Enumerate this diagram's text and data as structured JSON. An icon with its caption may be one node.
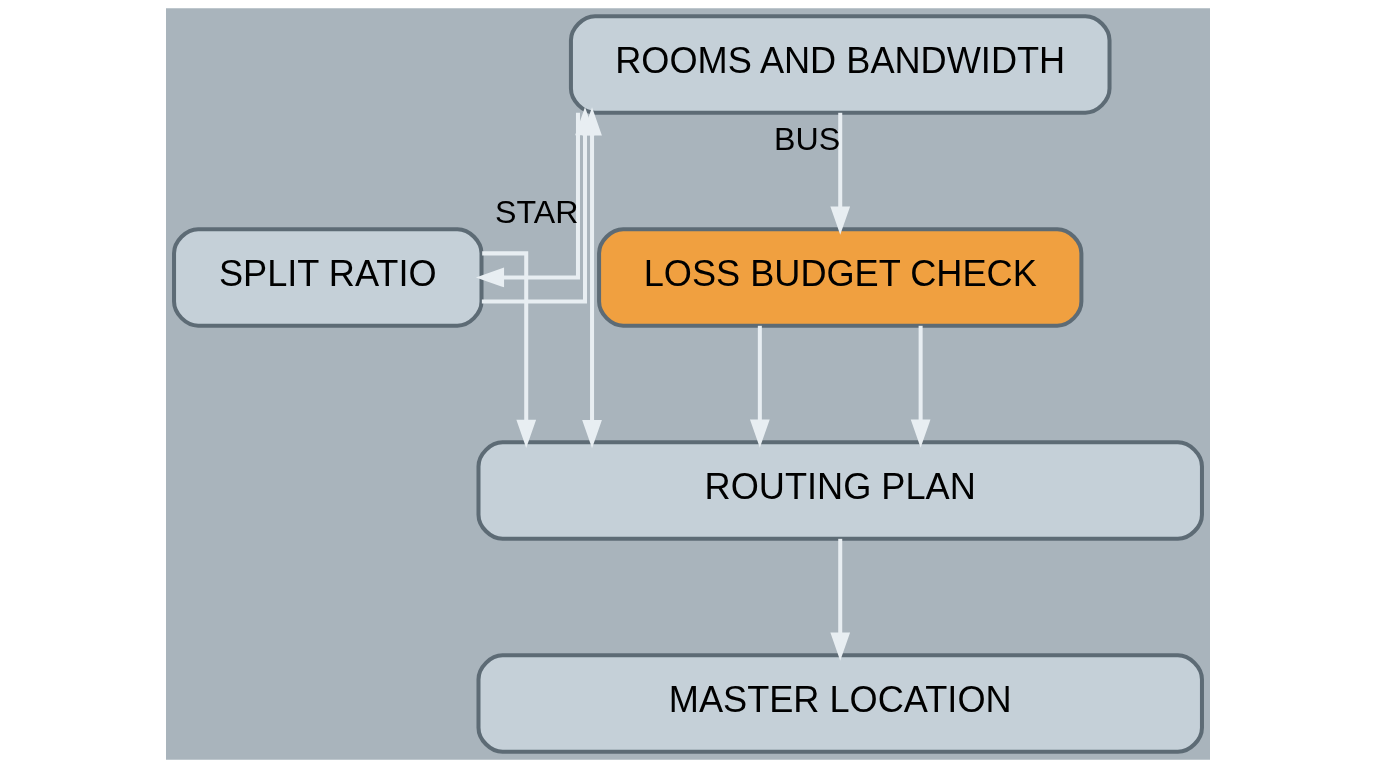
{
  "diagram": {
    "nodes": [
      {
        "text": [
          "ROOMS AND BANDWIDTH"
        ]
      },
      {
        "text": [
          "SPLIT RATIO"
        ]
      },
      {
        "text": [
          "LOSS BUDGET CHECK"
        ]
      },
      {
        "text": [
          "ROUTING PLAN"
        ]
      },
      {
        "text": [
          "MASTER LOCATION"
        ]
      }
    ],
    "edges": [
      {
        "from": 0,
        "to": 1,
        "arrow": "to",
        "label": "STAR"
      },
      {
        "from": 0,
        "to": 2,
        "arrow": "to",
        "label": "BUS"
      },
      {
        "from": 1,
        "to": 0,
        "arrow": "to"
      },
      {
        "from": 0,
        "to": 3,
        "arrow": "both"
      },
      {
        "from": 1,
        "to": 3,
        "arrow": "to"
      },
      {
        "from": 2,
        "to": 3,
        "arrow": "to"
      },
      {
        "from": 2,
        "to": 3,
        "arrow": "to"
      },
      {
        "from": 3,
        "to": 4,
        "arrow": "to"
      }
    ]
  }
}
